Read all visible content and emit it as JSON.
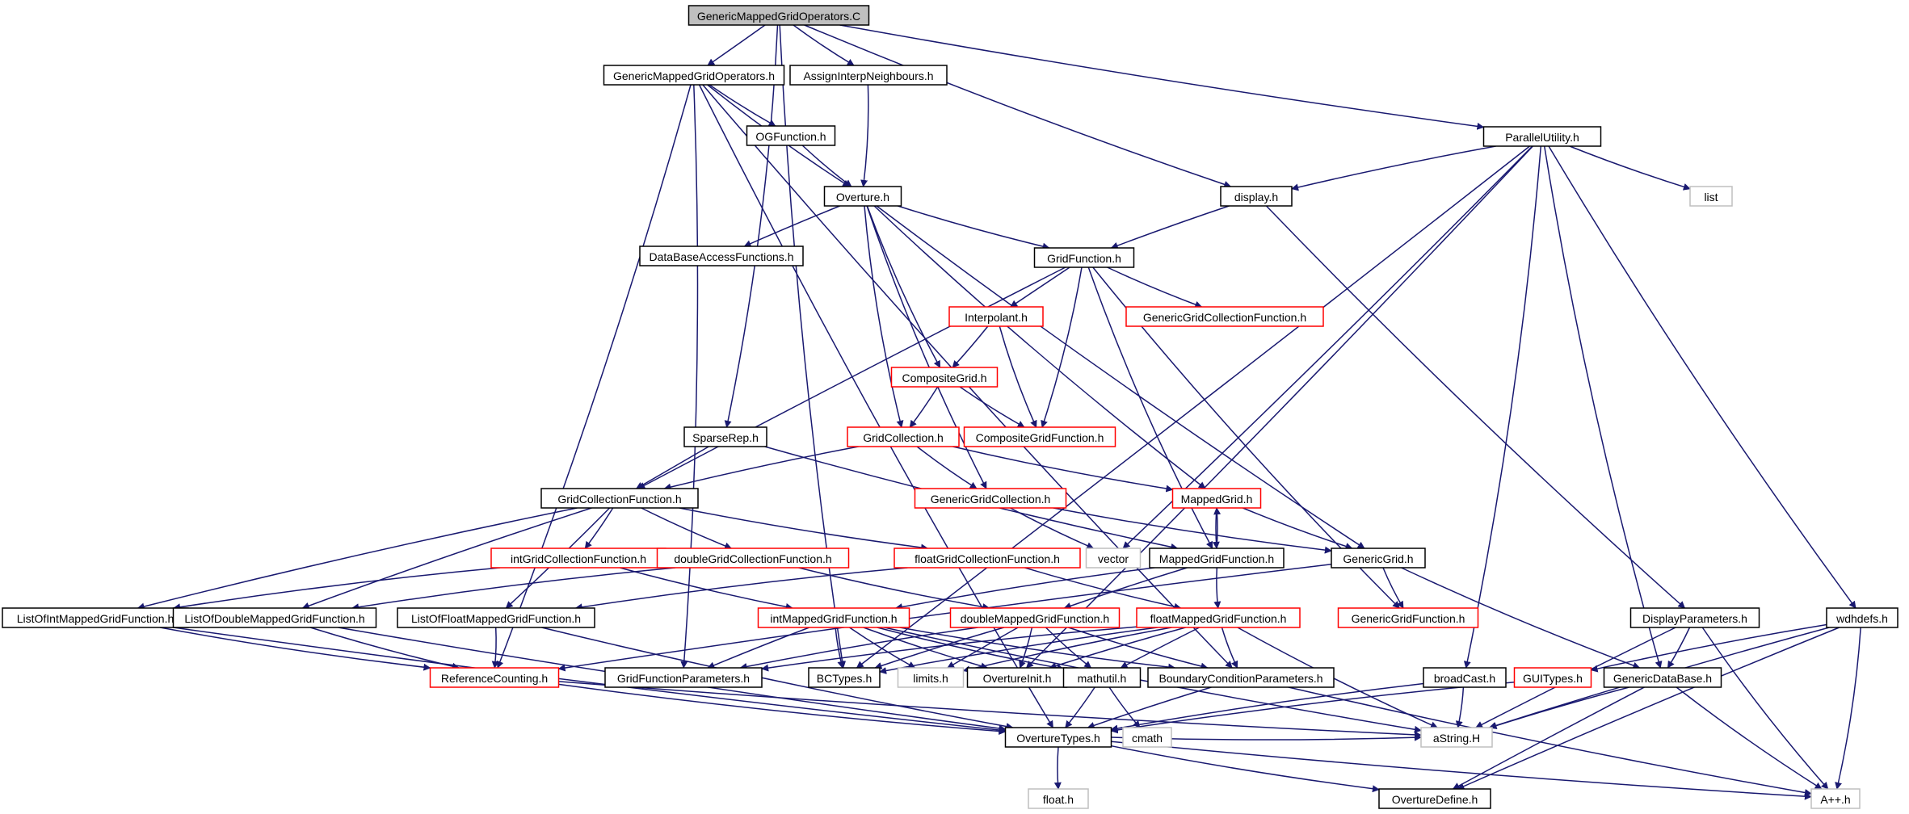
{
  "graph": {
    "kind": "include-dependency-graph",
    "colors": {
      "edge": "#191970",
      "node_border_normal": "#000000",
      "node_border_truncated": "#ff0000",
      "node_border_external": "#bfbfbf",
      "root_fill": "#bfbfbf",
      "text": "#000000"
    },
    "nodes": [
      {
        "id": "root",
        "label": "GenericMappedGridOperators.C",
        "kind": "root"
      },
      {
        "id": "gmgo_h",
        "label": "GenericMappedGridOperators.h",
        "kind": "normal"
      },
      {
        "id": "ain",
        "label": "AssignInterpNeighbours.h",
        "kind": "normal"
      },
      {
        "id": "pu",
        "label": "ParallelUtility.h",
        "kind": "normal"
      },
      {
        "id": "ogf",
        "label": "OGFunction.h",
        "kind": "normal"
      },
      {
        "id": "overture",
        "label": "Overture.h",
        "kind": "normal"
      },
      {
        "id": "display",
        "label": "display.h",
        "kind": "normal"
      },
      {
        "id": "list",
        "label": "list",
        "kind": "external"
      },
      {
        "id": "dbaf",
        "label": "DataBaseAccessFunctions.h",
        "kind": "normal"
      },
      {
        "id": "gf",
        "label": "GridFunction.h",
        "kind": "normal"
      },
      {
        "id": "interp",
        "label": "Interpolant.h",
        "kind": "truncated"
      },
      {
        "id": "ggcf",
        "label": "GenericGridCollectionFunction.h",
        "kind": "truncated"
      },
      {
        "id": "cg",
        "label": "CompositeGrid.h",
        "kind": "truncated"
      },
      {
        "id": "sparse",
        "label": "SparseRep.h",
        "kind": "normal"
      },
      {
        "id": "gc",
        "label": "GridCollection.h",
        "kind": "truncated"
      },
      {
        "id": "cgf",
        "label": "CompositeGridFunction.h",
        "kind": "truncated"
      },
      {
        "id": "gcf",
        "label": "GridCollectionFunction.h",
        "kind": "normal"
      },
      {
        "id": "ggc",
        "label": "GenericGridCollection.h",
        "kind": "truncated"
      },
      {
        "id": "mg",
        "label": "MappedGrid.h",
        "kind": "truncated"
      },
      {
        "id": "igcf",
        "label": "intGridCollectionFunction.h",
        "kind": "truncated"
      },
      {
        "id": "dgcf",
        "label": "doubleGridCollectionFunction.h",
        "kind": "truncated"
      },
      {
        "id": "fgcf",
        "label": "floatGridCollectionFunction.h",
        "kind": "truncated"
      },
      {
        "id": "vector",
        "label": "vector",
        "kind": "external"
      },
      {
        "id": "mgf",
        "label": "MappedGridFunction.h",
        "kind": "normal"
      },
      {
        "id": "gg",
        "label": "GenericGrid.h",
        "kind": "normal"
      },
      {
        "id": "loimgf",
        "label": "ListOfIntMappedGridFunction.h",
        "kind": "normal"
      },
      {
        "id": "lodmgf",
        "label": "ListOfDoubleMappedGridFunction.h",
        "kind": "normal"
      },
      {
        "id": "lofmgf",
        "label": "ListOfFloatMappedGridFunction.h",
        "kind": "normal"
      },
      {
        "id": "imgf",
        "label": "intMappedGridFunction.h",
        "kind": "truncated"
      },
      {
        "id": "dmgf",
        "label": "doubleMappedGridFunction.h",
        "kind": "truncated"
      },
      {
        "id": "fmgf",
        "label": "floatMappedGridFunction.h",
        "kind": "truncated"
      },
      {
        "id": "ggf",
        "label": "GenericGridFunction.h",
        "kind": "truncated"
      },
      {
        "id": "dp",
        "label": "DisplayParameters.h",
        "kind": "normal"
      },
      {
        "id": "wdh",
        "label": "wdhdefs.h",
        "kind": "normal"
      },
      {
        "id": "refc",
        "label": "ReferenceCounting.h",
        "kind": "truncated"
      },
      {
        "id": "gfp",
        "label": "GridFunctionParameters.h",
        "kind": "normal"
      },
      {
        "id": "bct",
        "label": "BCTypes.h",
        "kind": "normal"
      },
      {
        "id": "limits",
        "label": "limits.h",
        "kind": "external"
      },
      {
        "id": "oinit",
        "label": "OvertureInit.h",
        "kind": "normal"
      },
      {
        "id": "mathutil",
        "label": "mathutil.h",
        "kind": "normal"
      },
      {
        "id": "bcp",
        "label": "BoundaryConditionParameters.h",
        "kind": "normal"
      },
      {
        "id": "bcast",
        "label": "broadCast.h",
        "kind": "normal"
      },
      {
        "id": "gui",
        "label": "GUITypes.h",
        "kind": "truncated"
      },
      {
        "id": "gdb",
        "label": "GenericDataBase.h",
        "kind": "normal"
      },
      {
        "id": "otypes",
        "label": "OvertureTypes.h",
        "kind": "normal"
      },
      {
        "id": "cmath",
        "label": "cmath",
        "kind": "external"
      },
      {
        "id": "astring",
        "label": "aString.H",
        "kind": "external"
      },
      {
        "id": "floath",
        "label": "float.h",
        "kind": "external"
      },
      {
        "id": "odef",
        "label": "OvertureDefine.h",
        "kind": "normal"
      },
      {
        "id": "app",
        "label": "A++.h",
        "kind": "external"
      }
    ],
    "edges": [
      [
        "root",
        "gmgo_h"
      ],
      [
        "root",
        "ain"
      ],
      [
        "root",
        "pu"
      ],
      [
        "root",
        "display"
      ],
      [
        "root",
        "sparse"
      ],
      [
        "root",
        "bct"
      ],
      [
        "gmgo_h",
        "ogf"
      ],
      [
        "gmgo_h",
        "overture"
      ],
      [
        "gmgo_h",
        "gfp"
      ],
      [
        "gmgo_h",
        "refc"
      ],
      [
        "gmgo_h",
        "otypes"
      ],
      [
        "gmgo_h",
        "bcp"
      ],
      [
        "ain",
        "overture"
      ],
      [
        "ogf",
        "overture"
      ],
      [
        "overture",
        "dbaf"
      ],
      [
        "overture",
        "gf"
      ],
      [
        "overture",
        "cg"
      ],
      [
        "overture",
        "gc"
      ],
      [
        "overture",
        "ggc"
      ],
      [
        "overture",
        "mg"
      ],
      [
        "overture",
        "gg"
      ],
      [
        "pu",
        "display"
      ],
      [
        "pu",
        "list"
      ],
      [
        "pu",
        "wdh"
      ],
      [
        "pu",
        "gdb"
      ],
      [
        "pu",
        "bcast"
      ],
      [
        "pu",
        "oinit"
      ],
      [
        "pu",
        "bct"
      ],
      [
        "pu",
        "vector"
      ],
      [
        "display",
        "gf"
      ],
      [
        "display",
        "dp"
      ],
      [
        "gf",
        "gcf"
      ],
      [
        "gf",
        "interp"
      ],
      [
        "gf",
        "ggcf"
      ],
      [
        "gf",
        "cgf"
      ],
      [
        "gf",
        "mgf"
      ],
      [
        "gf",
        "ggf"
      ],
      [
        "interp",
        "cg"
      ],
      [
        "interp",
        "cgf"
      ],
      [
        "cg",
        "gc"
      ],
      [
        "cg",
        "cgf"
      ],
      [
        "gc",
        "gcf"
      ],
      [
        "gc",
        "ggc"
      ],
      [
        "gc",
        "mg"
      ],
      [
        "sparse",
        "gcf"
      ],
      [
        "sparse",
        "mgf"
      ],
      [
        "gcf",
        "igcf"
      ],
      [
        "gcf",
        "dgcf"
      ],
      [
        "gcf",
        "fgcf"
      ],
      [
        "gcf",
        "loimgf"
      ],
      [
        "gcf",
        "lodmgf"
      ],
      [
        "gcf",
        "lofmgf"
      ],
      [
        "ggc",
        "gg"
      ],
      [
        "ggc",
        "vector"
      ],
      [
        "mg",
        "mgf"
      ],
      [
        "mg",
        "gg"
      ],
      [
        "mgf",
        "mg"
      ],
      [
        "mgf",
        "imgf"
      ],
      [
        "mgf",
        "dmgf"
      ],
      [
        "mgf",
        "fmgf"
      ],
      [
        "gg",
        "ggf"
      ],
      [
        "gg",
        "gdb"
      ],
      [
        "gg",
        "refc"
      ],
      [
        "igcf",
        "imgf"
      ],
      [
        "igcf",
        "loimgf"
      ],
      [
        "dgcf",
        "dmgf"
      ],
      [
        "dgcf",
        "lodmgf"
      ],
      [
        "fgcf",
        "fmgf"
      ],
      [
        "fgcf",
        "lofmgf"
      ],
      [
        "loimgf",
        "refc"
      ],
      [
        "loimgf",
        "otypes"
      ],
      [
        "lodmgf",
        "refc"
      ],
      [
        "lodmgf",
        "otypes"
      ],
      [
        "lofmgf",
        "refc"
      ],
      [
        "lofmgf",
        "otypes"
      ],
      [
        "imgf",
        "gfp"
      ],
      [
        "imgf",
        "bct"
      ],
      [
        "imgf",
        "limits"
      ],
      [
        "imgf",
        "oinit"
      ],
      [
        "imgf",
        "mathutil"
      ],
      [
        "imgf",
        "bcp"
      ],
      [
        "imgf",
        "astring"
      ],
      [
        "dmgf",
        "gfp"
      ],
      [
        "dmgf",
        "bct"
      ],
      [
        "dmgf",
        "limits"
      ],
      [
        "dmgf",
        "oinit"
      ],
      [
        "dmgf",
        "mathutil"
      ],
      [
        "dmgf",
        "bcp"
      ],
      [
        "fmgf",
        "bct"
      ],
      [
        "fmgf",
        "limits"
      ],
      [
        "fmgf",
        "oinit"
      ],
      [
        "fmgf",
        "mathutil"
      ],
      [
        "fmgf",
        "bcp"
      ],
      [
        "fmgf",
        "astring"
      ],
      [
        "fmgf",
        "gfp"
      ],
      [
        "refc",
        "otypes"
      ],
      [
        "refc",
        "astring"
      ],
      [
        "mathutil",
        "otypes"
      ],
      [
        "mathutil",
        "cmath"
      ],
      [
        "bcp",
        "otypes"
      ],
      [
        "bcp",
        "app"
      ],
      [
        "bcast",
        "otypes"
      ],
      [
        "bcast",
        "astring"
      ],
      [
        "gui",
        "otypes"
      ],
      [
        "gdb",
        "astring"
      ],
      [
        "gdb",
        "app"
      ],
      [
        "gdb",
        "odef"
      ],
      [
        "dp",
        "gdb"
      ],
      [
        "dp",
        "app"
      ],
      [
        "dp",
        "astring"
      ],
      [
        "wdh",
        "gui"
      ],
      [
        "wdh",
        "astring"
      ],
      [
        "wdh",
        "app"
      ],
      [
        "wdh",
        "odef"
      ],
      [
        "otypes",
        "floath"
      ],
      [
        "otypes",
        "odef"
      ],
      [
        "otypes",
        "app"
      ],
      [
        "otypes",
        "astring"
      ]
    ]
  }
}
